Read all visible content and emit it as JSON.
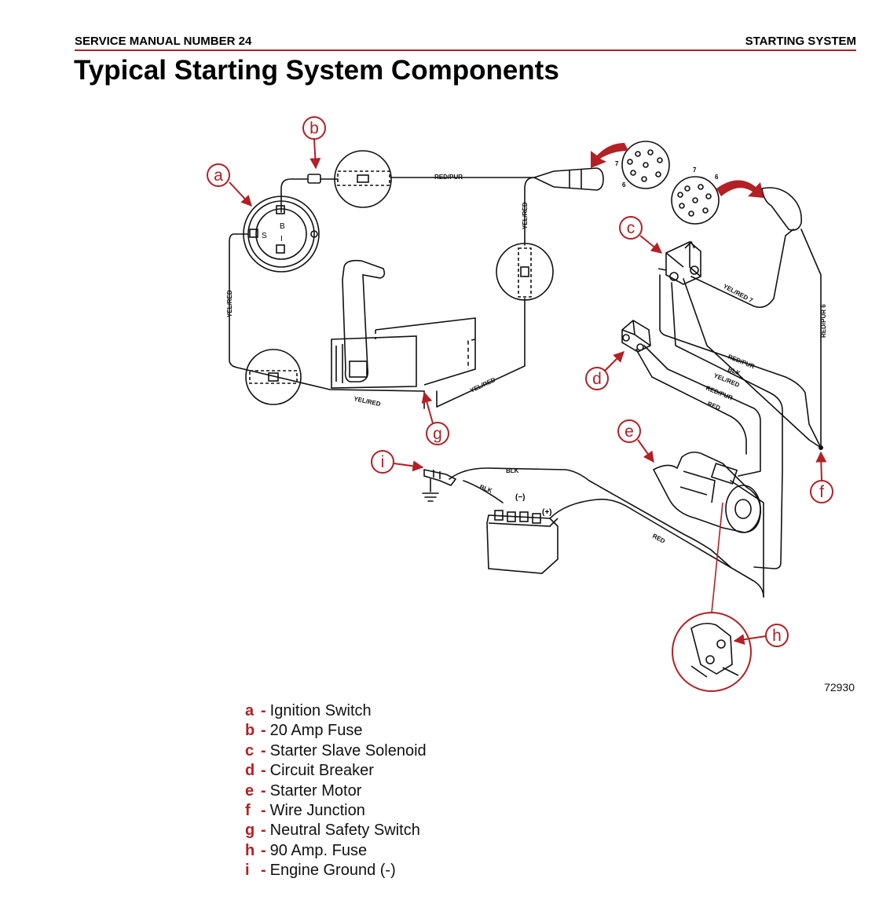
{
  "header": {
    "left": "SERVICE MANUAL NUMBER 24",
    "right": "STARTING SYSTEM"
  },
  "title": "Typical Starting System Components",
  "figure_number": "72930",
  "callouts": {
    "a": "a",
    "b": "b",
    "c": "c",
    "d": "d",
    "e": "e",
    "f": "f",
    "g": "g",
    "h": "h",
    "i": "i"
  },
  "wire_labels": {
    "red_pur": "RED/PUR",
    "yel_red": "YEL/RED",
    "red_pur_6": "RED/PUR 6",
    "yel_red_7": "YEL/RED 7",
    "blk": "BLK",
    "red": "RED"
  },
  "part_marks": {
    "switch_b": "B",
    "switch_s": "S",
    "switch_i": "I",
    "battery_neg": "(−)",
    "battery_pos": "(+)",
    "pin_7": "7",
    "pin_6": "6"
  },
  "legend": [
    {
      "key": "a",
      "label": "Ignition Switch"
    },
    {
      "key": "b",
      "label": "20 Amp Fuse"
    },
    {
      "key": "c",
      "label": "Starter Slave Solenoid"
    },
    {
      "key": "d",
      "label": "Circuit Breaker"
    },
    {
      "key": "e",
      "label": "Starter Motor"
    },
    {
      "key": "f",
      "label": "Wire Junction"
    },
    {
      "key": "g",
      "label": "Neutral Safety Switch"
    },
    {
      "key": "h",
      "label": "90 Amp. Fuse"
    },
    {
      "key": "i",
      "label": "Engine Ground (-)"
    }
  ],
  "colors": {
    "accent": "#b32025",
    "line": "#111111"
  }
}
